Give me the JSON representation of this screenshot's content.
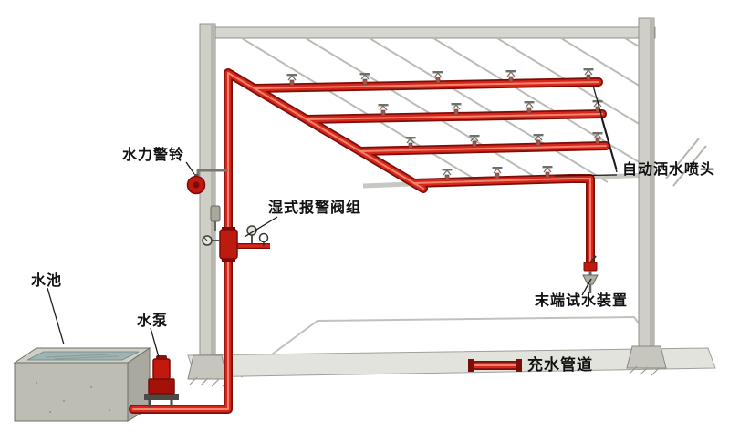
{
  "figure": {
    "type": "technical-diagram",
    "subject": "wet pipe automatic sprinkler fire system schematic",
    "background": "#ffffff"
  },
  "labels": {
    "alarm_bell": "水力警铃",
    "wet_alarm_valve": "湿式报警阀组",
    "water_pool": "水池",
    "water_pump": "水泵",
    "sprinkler_heads": "自动洒水喷头",
    "end_test_device": "末端试水装置"
  },
  "legend": {
    "pipe_label": "充水管道",
    "pipe_color": "#d8261a"
  },
  "colors": {
    "pipe_red": "#d8261a",
    "pipe_dark": "#7a0f0a",
    "structure_gray": "#c9c9c2",
    "water": "#9fb4b2",
    "text": "#111111"
  }
}
